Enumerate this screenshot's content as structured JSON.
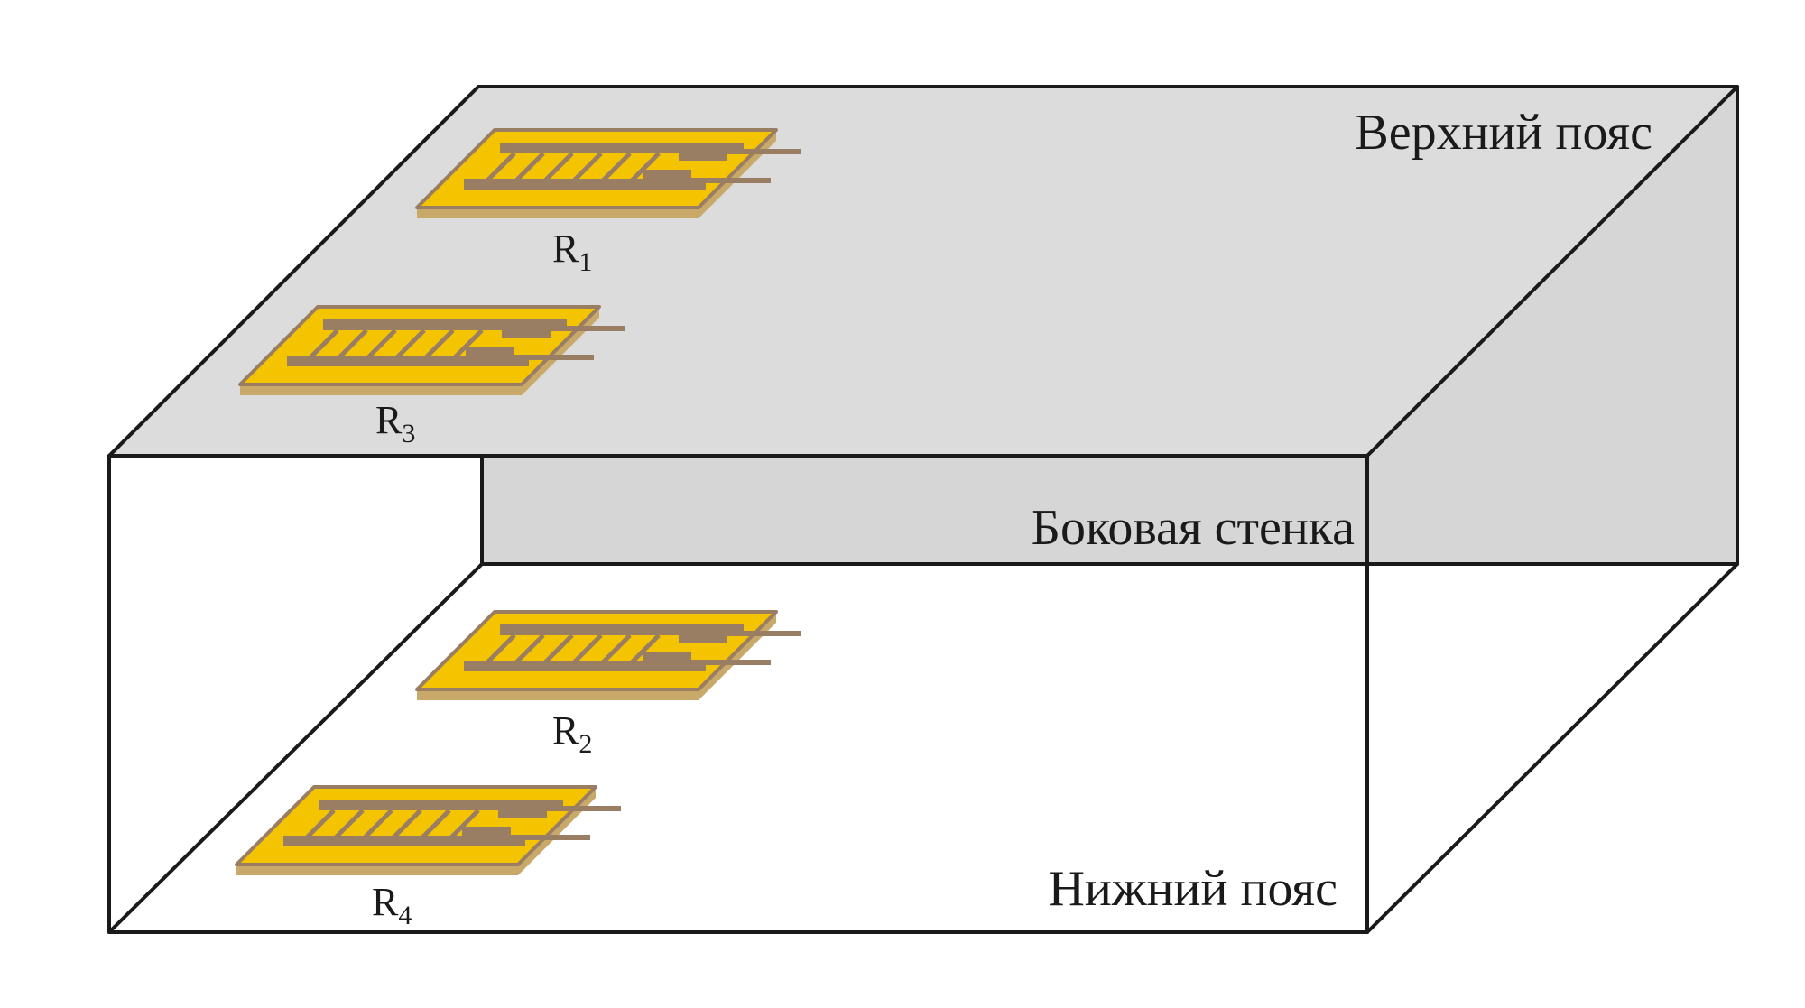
{
  "labels": {
    "top_flange": "Верхний пояс",
    "side_wall": "Боковая стенка",
    "bottom_flange": "Нижний пояс"
  },
  "gauges": [
    {
      "id": "r1",
      "letter": "R",
      "index": "1"
    },
    {
      "id": "r3",
      "letter": "R",
      "index": "3"
    },
    {
      "id": "r2",
      "letter": "R",
      "index": "2"
    },
    {
      "id": "r4",
      "letter": "R",
      "index": "4"
    }
  ],
  "colors": {
    "top_face": "#dcdcdc",
    "side_face": "#d6d6d6",
    "edge": "#1a1a1a",
    "gauge_backing": "#c9a96a",
    "gauge_foil": "#f4c400",
    "gauge_grid": "#9a7e64"
  }
}
